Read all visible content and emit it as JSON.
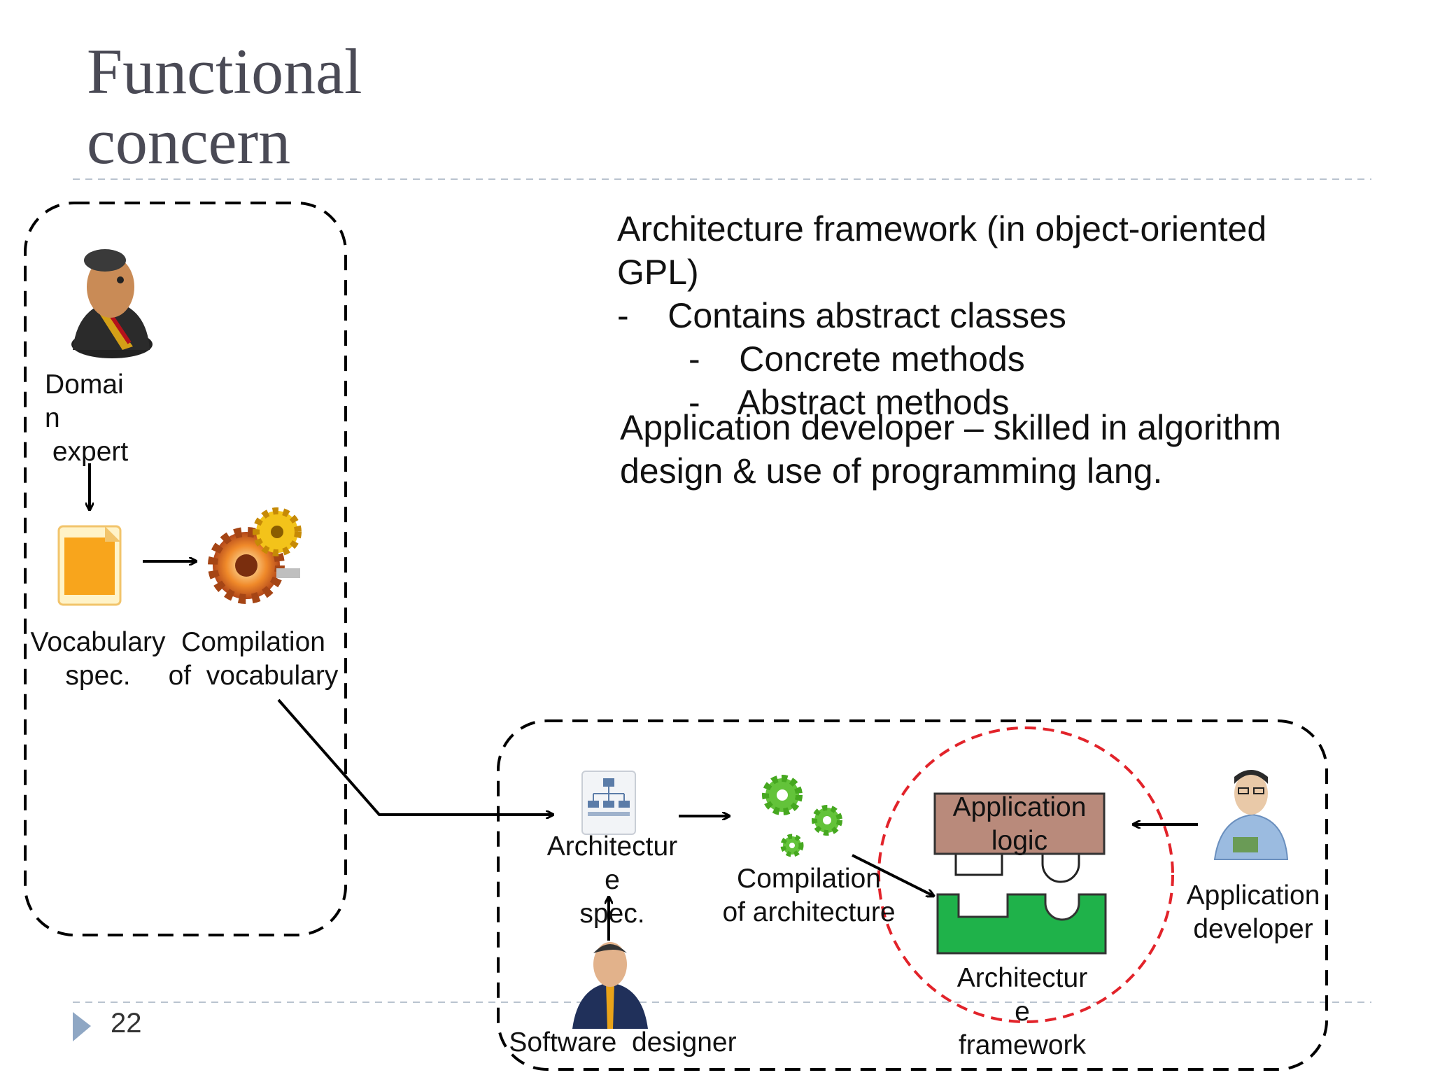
{
  "slide": {
    "title": "Functional\nconcern",
    "page_number": "22"
  },
  "text": {
    "framework_heading": "Architecture framework  (in object-oriented",
    "framework_heading_2": "GPL)",
    "bullet_1": "-    Contains abstract classes",
    "bullet_1a": "-    Concrete methods",
    "bullet_1b": "-    Abstract methods",
    "app_dev_1": "Application developer  –  skilled in algorithm",
    "app_dev_2": "design &  use of programming  lang."
  },
  "labels": {
    "domain_expert": "Domai\nn\n expert",
    "vocab_spec": "Vocabulary\nspec.",
    "compilation_vocab": "Compilation\nof  vocabulary",
    "arch_spec": "Architectur\ne\nspec.",
    "compilation_arch": "Compilation\nof architecture",
    "app_logic": "Application\nlogic",
    "arch_framework": "Architectur\ne\nframework",
    "app_developer": "Application\ndeveloper",
    "software_designer": "Software  designer"
  },
  "icons": [
    "person-domain-expert-icon",
    "document-icon",
    "gears-orange-icon",
    "hierarchy-doc-icon",
    "gears-green-icon",
    "person-developer-icon",
    "person-designer-icon"
  ],
  "colors": {
    "app_logic_fill": "#b98a7b",
    "framework_fill": "#1fb24a",
    "focus_circle": "#e2232a",
    "title": "#4a4a55",
    "bullet_marker": "#8fa7c4"
  }
}
